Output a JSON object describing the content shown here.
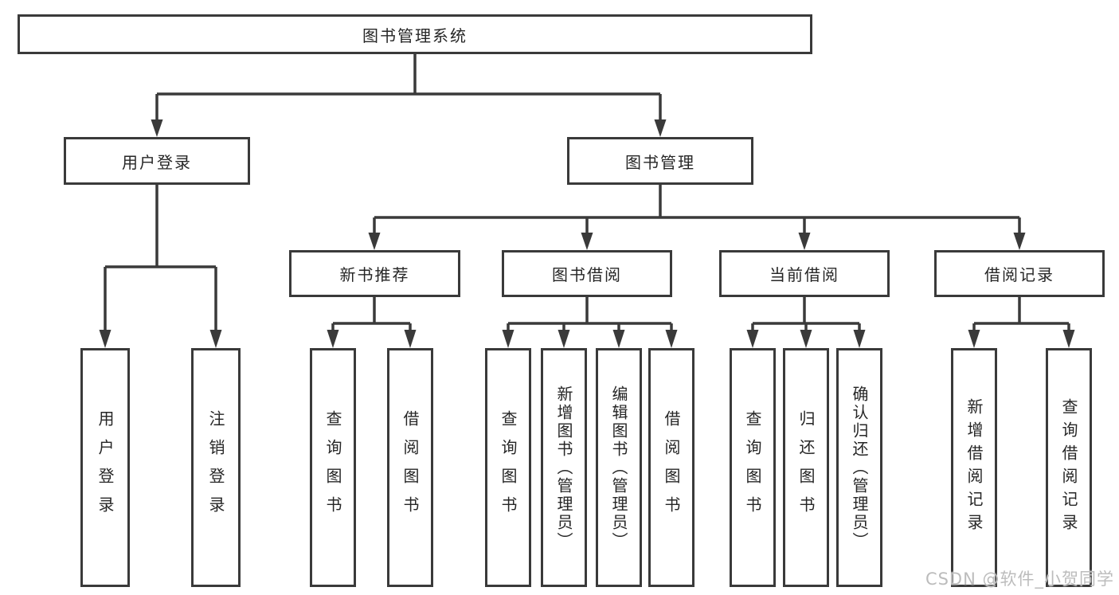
{
  "diagram": {
    "root": {
      "label": "图书管理系统"
    },
    "level2": [
      {
        "label": "用户登录"
      },
      {
        "label": "图书管理"
      }
    ],
    "level3": [
      {
        "label": "新书推荐"
      },
      {
        "label": "图书借阅"
      },
      {
        "label": "当前借阅"
      },
      {
        "label": "借阅记录"
      }
    ],
    "leaves": {
      "user_login": [
        "用户登录",
        "注销登录"
      ],
      "new_book": [
        "查询图书",
        "借阅图书"
      ],
      "borrow": [
        "查询图书",
        "新增图书（管理员）",
        "编辑图书（管理员）",
        "借阅图书"
      ],
      "current": [
        "查询图书",
        "归还图书",
        "确认归还（管理员）"
      ],
      "record": [
        "新增借阅记录",
        "查询借阅记录"
      ]
    }
  },
  "watermark": {
    "text": "CSDN @软件_小贺同学"
  },
  "colors": {
    "line": "#3a3a3a",
    "box_background": "#ffffff",
    "text": "#262626",
    "watermark": "#bcbcbc"
  }
}
